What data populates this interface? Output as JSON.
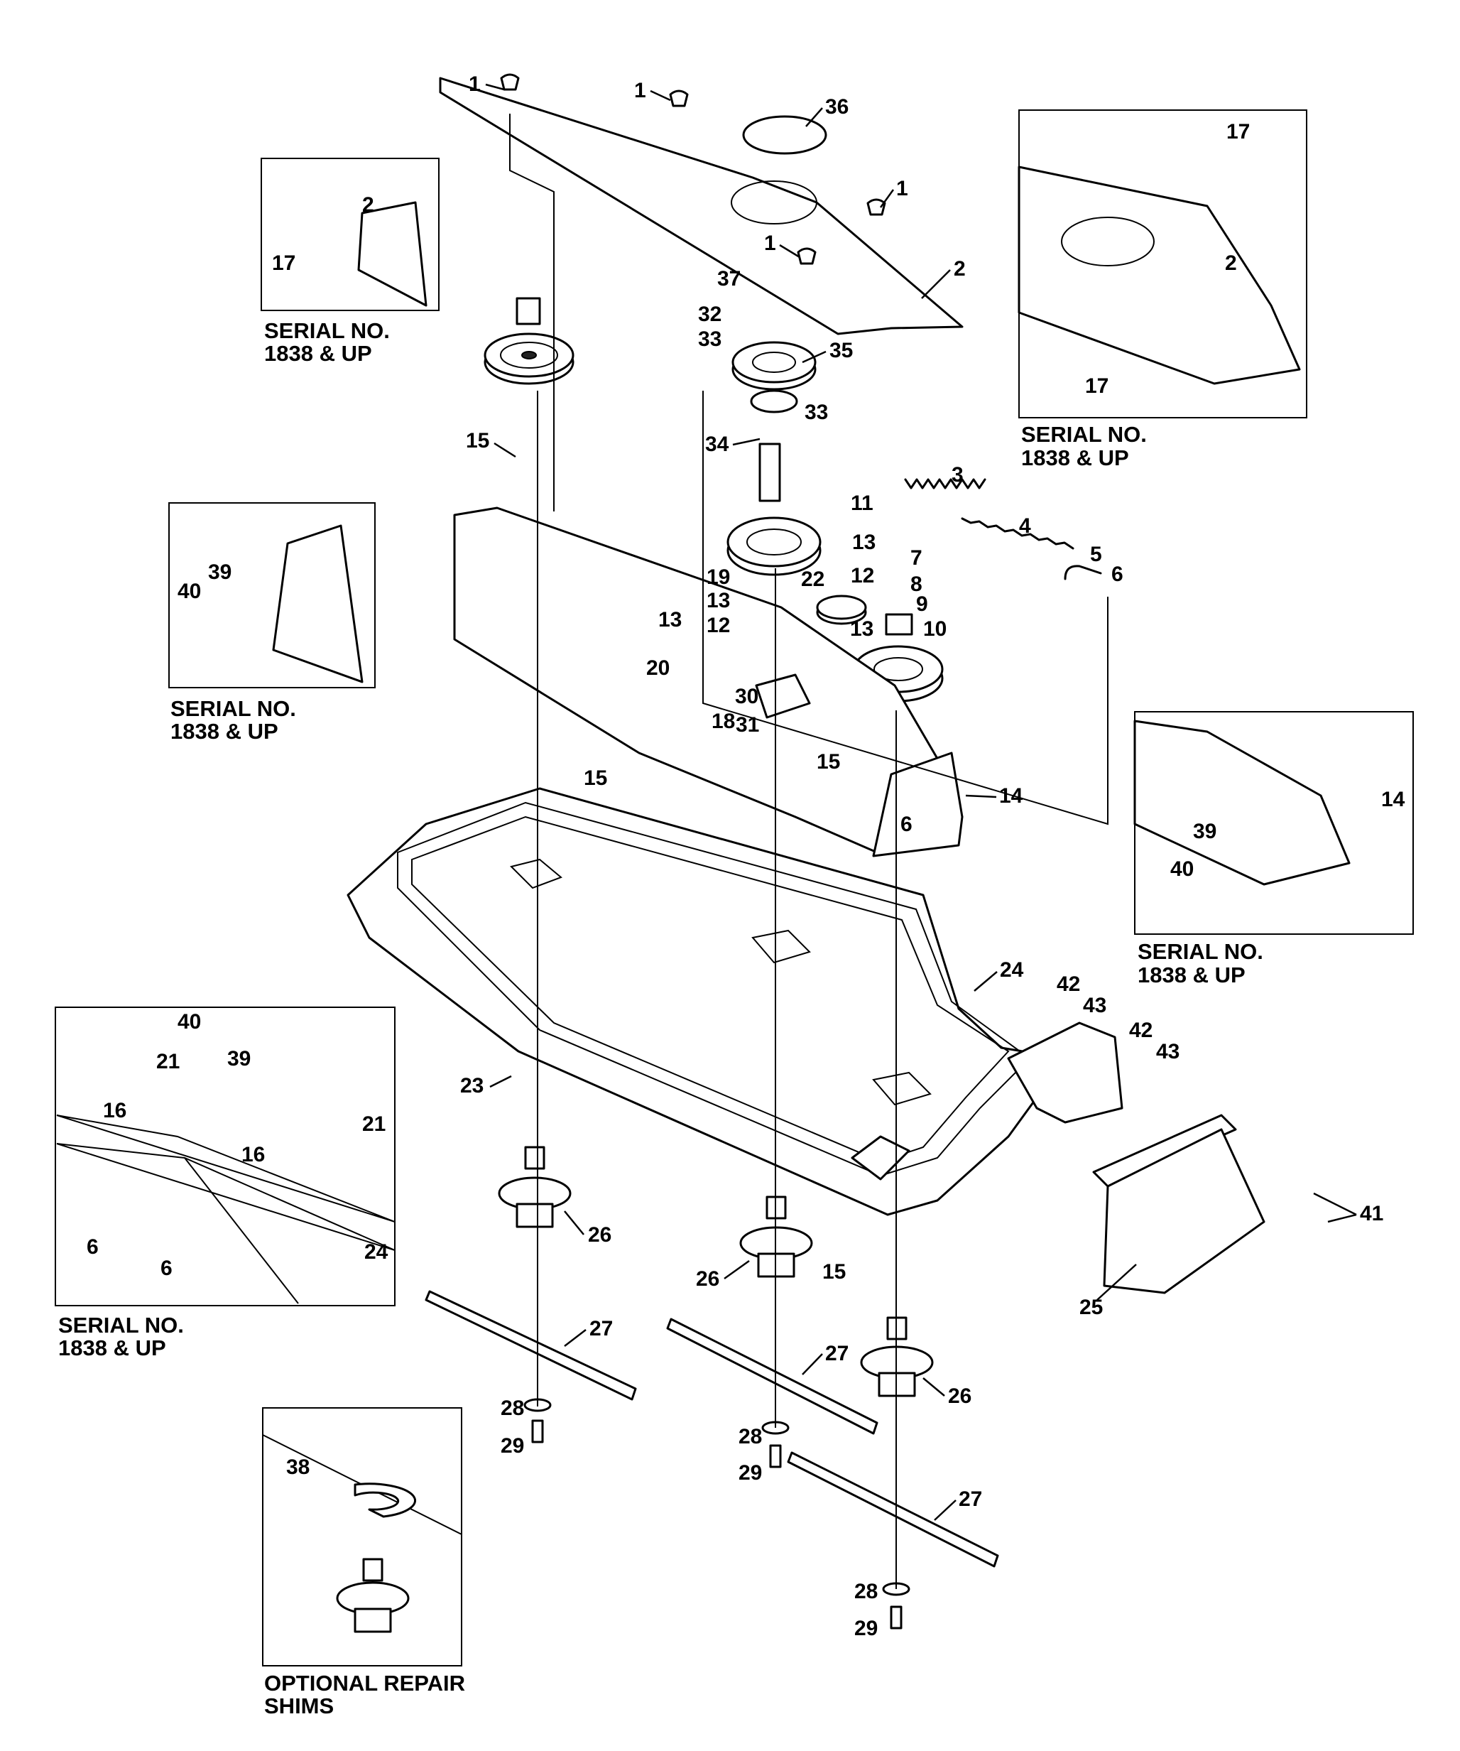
{
  "callouts": {
    "c1a": "1",
    "c1b": "1",
    "c1c": "1",
    "c1d": "1",
    "c2": "2",
    "c3": "3",
    "c4": "4",
    "c5": "5",
    "c6a": "6",
    "c6b": "6",
    "c7": "7",
    "c8": "8",
    "c9": "9",
    "c10": "10",
    "c11": "11",
    "c12a": "12",
    "c12b": "12",
    "c13a": "13",
    "c13b": "13",
    "c13c": "13",
    "c13d": "13",
    "c14": "14",
    "c15a": "15",
    "c15b": "15",
    "c15c": "15",
    "c15d": "15",
    "c18": "18",
    "c19": "19",
    "c20": "20",
    "c22": "22",
    "c23": "23",
    "c24": "24",
    "c25": "25",
    "c26a": "26",
    "c26b": "26",
    "c26c": "26",
    "c27a": "27",
    "c27b": "27",
    "c27c": "27",
    "c28a": "28",
    "c28b": "28",
    "c28c": "28",
    "c29a": "29",
    "c29b": "29",
    "c29c": "29",
    "c30": "30",
    "c31": "31",
    "c32": "32",
    "c33a": "33",
    "c33b": "33",
    "c34": "34",
    "c35": "35",
    "c36": "36",
    "c37": "37",
    "c41": "41",
    "c42a": "42",
    "c42b": "42",
    "c43a": "43",
    "c43b": "43"
  },
  "insets": {
    "belt_cover_small": {
      "c2": "2",
      "c17": "17",
      "caption_line1": "SERIAL NO.",
      "caption_line2": "1838 & UP"
    },
    "belt_cover_large": {
      "c17a": "17",
      "c17b": "17",
      "c2": "2",
      "caption_line1": "SERIAL NO.",
      "caption_line2": "1838 & UP"
    },
    "left_shield": {
      "c39": "39",
      "c40": "40",
      "caption_line1": "SERIAL NO.",
      "caption_line2": "1838 & UP"
    },
    "right_shield": {
      "c14": "14",
      "c39": "39",
      "c40": "40",
      "caption_line1": "SERIAL NO.",
      "caption_line2": "1838 & UP"
    },
    "deck_corner": {
      "c40": "40",
      "c39": "39",
      "c21a": "21",
      "c21b": "21",
      "c16a": "16",
      "c16b": "16",
      "c6a": "6",
      "c6b": "6",
      "c24": "24",
      "caption_line1": "SERIAL NO.",
      "caption_line2": "1838 & UP"
    },
    "repair_shims": {
      "c38": "38",
      "caption_line1": "OPTIONAL REPAIR",
      "caption_line2": "SHIMS"
    }
  }
}
